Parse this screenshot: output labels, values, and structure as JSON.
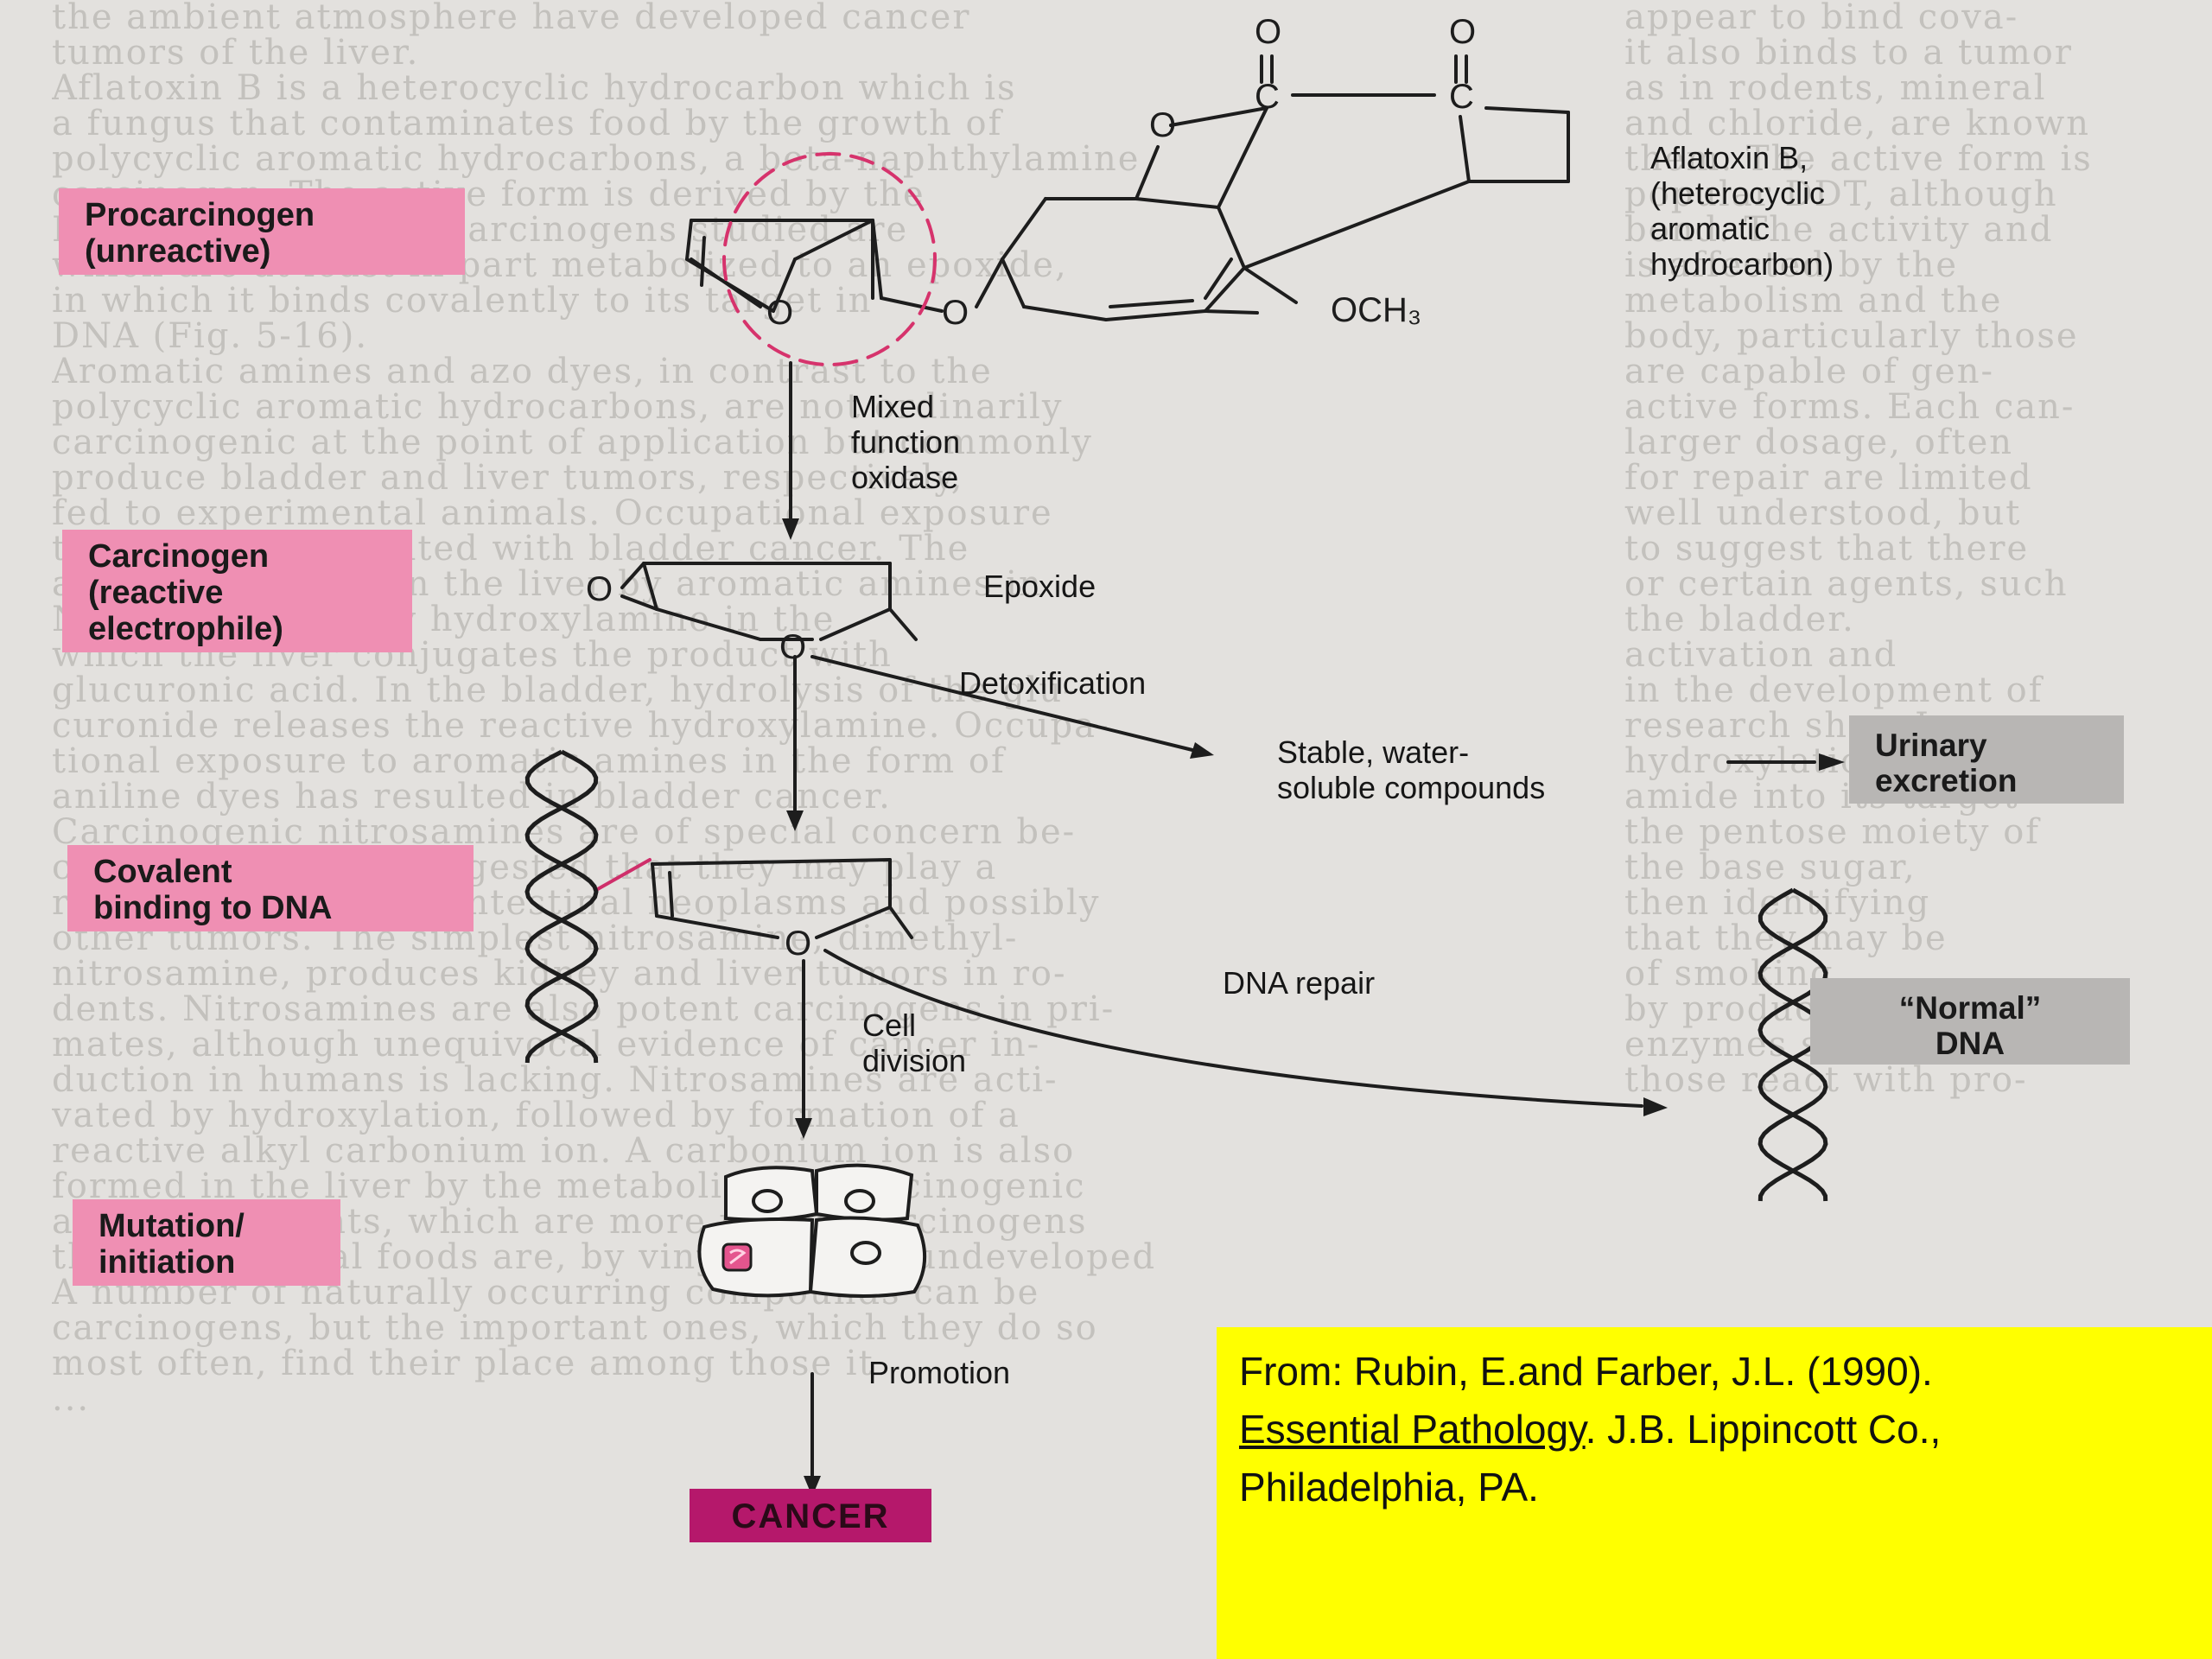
{
  "boxes": {
    "procarcinogen": [
      "Procarcinogen",
      "(unreactive)"
    ],
    "carcinogen": [
      "Carcinogen",
      "(reactive",
      "electrophile)"
    ],
    "covalent": [
      "Covalent",
      "binding to DNA"
    ],
    "mutation": [
      "Mutation/",
      "initiation"
    ],
    "urinary": [
      "Urinary",
      "excretion"
    ],
    "normal_dna": [
      "“Normal”",
      "DNA"
    ],
    "cancer": "CANCER"
  },
  "labels": {
    "aflatoxin": [
      "Aflatoxin B,",
      "(heterocyclic",
      "aromatic",
      "hydrocarbon)"
    ],
    "mixed_function": [
      "Mixed",
      "function",
      "oxidase"
    ],
    "epoxide": "Epoxide",
    "detoxification": "Detoxification",
    "stable": [
      "Stable, water-",
      "soluble compounds"
    ],
    "dna_repair": "DNA repair",
    "cell_division": [
      "Cell",
      "division"
    ],
    "promotion": "Promotion",
    "och3": "OCH₃"
  },
  "citation": {
    "prefix": "From: Rubin, E.and Farber, J.L. (1990).",
    "book": "Essential Pathology",
    "suffix": ". J.B. Lippincott Co.,",
    "city": "Philadelphia, PA."
  },
  "colors": {
    "pink_box": "#ef8fb3",
    "grey_box": "#b8b6b4",
    "cancer_box": "#b5186b",
    "citation_bg": "#ffff00",
    "dashed_circle": "#d6336c"
  },
  "background_text": [
    "the ambient atmosphere have developed cancer",
    "tumors of the liver.",
    "Aflatoxin B is a heterocyclic hydrocarbon which is",
    "a fungus that contaminates food by the growth of",
    "polycyclic aromatic hydrocarbons, a beta-naphthylamine",
    "carcinogen. The active form is derived by the",
    "DNA. Several of the carcinogens studied are",
    "which are at least in part metabolized to an epoxide,",
    "in which it binds covalently to its target in",
    "DNA (Fig. 5-16).",
    "Aromatic amines and azo dyes, in contrast to the",
    "polycyclic aromatic hydrocarbons, are not ordinarily",
    "carcinogenic at the point of application but commonly",
    "produce bladder and liver tumors, respectively,",
    "fed to experimental animals. Occupational exposure",
    "to dyes are associated with bladder cancer. The",
    "activation occurs in the liver by aromatic amines in",
    "N-hydroxylation by hydroxylamine in the",
    "which the liver conjugates the product with",
    "glucuronic acid. In the bladder, hydrolysis of the glu-",
    "curonide releases the reactive hydroxylamine. Occupa-",
    "tional exposure to aromatic amines in the form of",
    "aniline dyes has resulted in bladder cancer.",
    "Carcinogenic nitrosamines are of special concern be-",
    "cause it has been suggested that they may play a",
    "role in human gastrointestinal neoplasms and possibly",
    "other tumors. The simplest nitrosamine, dimethyl-",
    "nitrosamine, produces kidney and liver tumors in ro-",
    "dents. Nitrosamines are also potent carcinogens in pri-",
    "mates, although unequivocal evidence of cancer in-",
    "duction in humans is lacking. Nitrosamines are acti-",
    "vated by hydroxylation, followed by formation of a",
    "reactive alkyl carbonium ion. A carbonium ion is also",
    "formed in the liver by the metabolism of carcinogenic",
    "alkylating agents, which are more potent carcinogens",
    "than the natural foods are, by vinyl chloride undeveloped",
    "",
    "A number of naturally occurring compounds can be",
    "carcinogens, but the important ones, which they do so",
    "most often, find their place among those it",
    "..."
  ],
  "background_text_right": [
    "appear to bind cova-",
    "it also binds to a tumor",
    "as in rodents, mineral",
    "and chloride, are known",
    "them. The active form is",
    "popular DDT, although",
    "bond. The activity and",
    "is affected by the",
    "metabolism and the",
    "body, particularly those",
    "are capable of gen-",
    "active forms. Each can-",
    "larger dosage, often",
    "for repair are limited",
    "well understood, but",
    "to suggest that there",
    "or certain agents, such",
    "the bladder.",
    "",
    "activation and",
    "in the development of",
    "research show Lagre",
    "hydroxylation and",
    "amide into its target",
    "the pentose moiety of",
    "the base sugar,",
    "",
    "",
    "",
    "then identifying",
    "that they may be",
    "of smoking.",
    "by produced by the",
    "enzymes similar to",
    "those react with pro-"
  ]
}
